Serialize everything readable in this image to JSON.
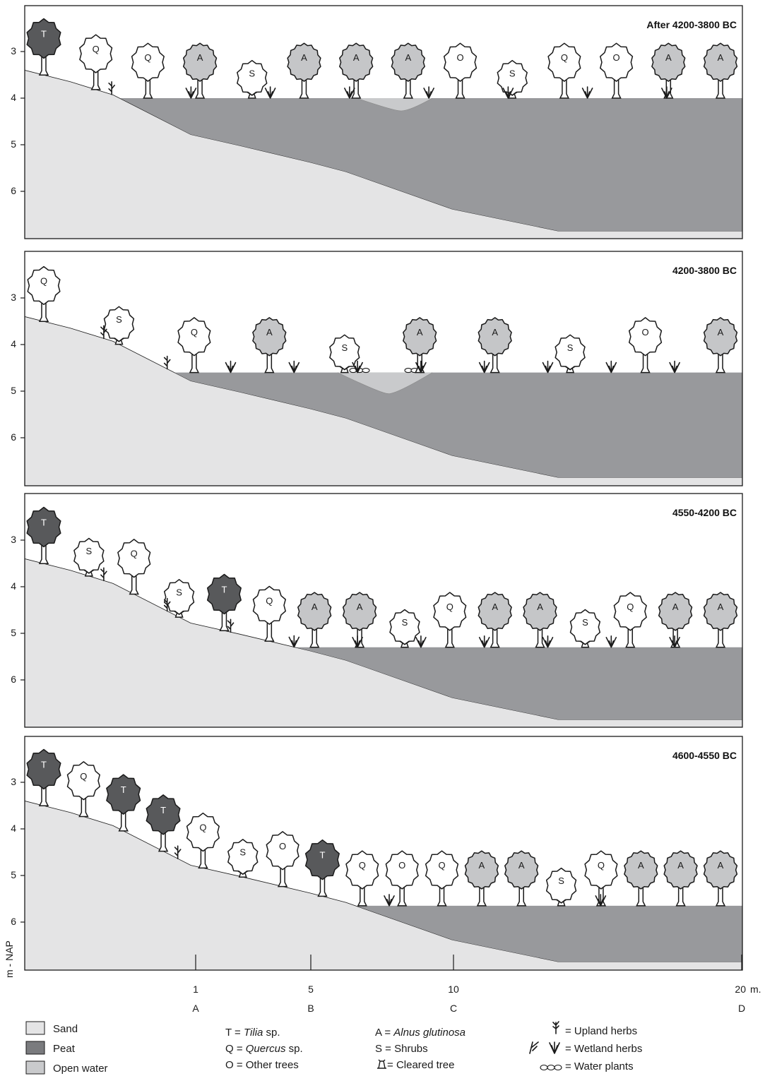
{
  "panels": [
    {
      "id": "after-4200-3800",
      "title": "After 4200-3800 BC",
      "depth_ticks": [
        "3",
        "4",
        "5",
        "6"
      ],
      "water_level_m_nap": 4.0,
      "channel": true,
      "water_plants": false,
      "trees": [
        {
          "type": "T",
          "label": "T"
        },
        {
          "type": "Q",
          "label": "Q"
        },
        {
          "type": "Q",
          "label": "Q"
        },
        {
          "type": "A",
          "label": "A"
        },
        {
          "type": "S",
          "label": "S"
        },
        {
          "type": "A",
          "label": "A"
        },
        {
          "type": "A",
          "label": "A"
        },
        {
          "type": "A",
          "label": "A"
        },
        {
          "type": "O",
          "label": "O"
        },
        {
          "type": "S",
          "label": "S"
        },
        {
          "type": "Q",
          "label": "Q"
        },
        {
          "type": "O",
          "label": "O"
        },
        {
          "type": "A",
          "label": "A"
        },
        {
          "type": "A",
          "label": "A"
        }
      ]
    },
    {
      "id": "4200-3800",
      "title": "4200-3800 BC",
      "depth_ticks": [
        "3",
        "4",
        "5",
        "6"
      ],
      "water_level_m_nap": 4.6,
      "channel": true,
      "water_plants": true,
      "trees": [
        {
          "type": "Q",
          "label": "Q"
        },
        {
          "type": "S",
          "label": "S"
        },
        {
          "type": "Q",
          "label": "Q"
        },
        {
          "type": "A",
          "label": "A"
        },
        {
          "type": "S",
          "label": "S"
        },
        {
          "type": "A",
          "label": "A"
        },
        {
          "type": "A",
          "label": "A"
        },
        {
          "type": "S",
          "label": "S"
        },
        {
          "type": "O",
          "label": "O"
        },
        {
          "type": "A",
          "label": "A"
        }
      ]
    },
    {
      "id": "4550-4200",
      "title": "4550-4200 BC",
      "depth_ticks": [
        "3",
        "4",
        "5",
        "6"
      ],
      "water_level_m_nap": 5.3,
      "channel": false,
      "water_plants": false,
      "trees": [
        {
          "type": "T",
          "label": "T"
        },
        {
          "type": "S",
          "label": "S"
        },
        {
          "type": "Q",
          "label": "Q"
        },
        {
          "type": "S",
          "label": "S"
        },
        {
          "type": "T",
          "label": "T"
        },
        {
          "type": "Q",
          "label": "Q"
        },
        {
          "type": "A",
          "label": "A"
        },
        {
          "type": "A",
          "label": "A"
        },
        {
          "type": "S",
          "label": "S"
        },
        {
          "type": "Q",
          "label": "Q"
        },
        {
          "type": "A",
          "label": "A"
        },
        {
          "type": "A",
          "label": "A"
        },
        {
          "type": "S",
          "label": "S"
        },
        {
          "type": "Q",
          "label": "Q"
        },
        {
          "type": "A",
          "label": "A"
        },
        {
          "type": "A",
          "label": "A"
        }
      ]
    },
    {
      "id": "4600-4550",
      "title": "4600-4550 BC",
      "depth_ticks": [
        "3",
        "4",
        "5",
        "6"
      ],
      "water_level_m_nap": 5.65,
      "channel": false,
      "water_plants": false,
      "trees": [
        {
          "type": "T",
          "label": "T"
        },
        {
          "type": "Q",
          "label": "Q"
        },
        {
          "type": "T",
          "label": "T"
        },
        {
          "type": "T",
          "label": "T"
        },
        {
          "type": "Q",
          "label": "Q"
        },
        {
          "type": "S",
          "label": "S"
        },
        {
          "type": "O",
          "label": "O"
        },
        {
          "type": "T",
          "label": "T"
        },
        {
          "type": "Q",
          "label": "Q"
        },
        {
          "type": "O",
          "label": "O"
        },
        {
          "type": "Q",
          "label": "Q"
        },
        {
          "type": "A",
          "label": "A"
        },
        {
          "type": "A",
          "label": "A"
        },
        {
          "type": "S",
          "label": "S"
        },
        {
          "type": "Q",
          "label": "Q"
        },
        {
          "type": "A",
          "label": "A"
        },
        {
          "type": "A",
          "label": "A"
        },
        {
          "type": "A",
          "label": "A"
        }
      ]
    }
  ],
  "y_axis_label": "m - NAP",
  "x_axis": {
    "ticks": [
      {
        "value": "1",
        "letter": "A"
      },
      {
        "value": "5",
        "letter": "B"
      },
      {
        "value": "10",
        "letter": "C"
      },
      {
        "value": "20",
        "letter": "D"
      }
    ],
    "unit": "m."
  },
  "legend": {
    "fills": [
      {
        "label": "Sand",
        "color": "#e4e4e5"
      },
      {
        "label": "Peat",
        "color": "#7a7b7e"
      },
      {
        "label": "Open water",
        "color": "#c9cacc"
      }
    ],
    "codes_col1": [
      {
        "code": "T = ",
        "name": "Tilia",
        "suffix": " sp."
      },
      {
        "code": "Q = ",
        "name": "Quercus",
        "suffix": " sp."
      },
      {
        "code": "O = ",
        "name": "Other trees",
        "suffix": ""
      }
    ],
    "codes_col2": [
      {
        "code": "A = ",
        "name": "Alnus glutinosa",
        "suffix": ""
      },
      {
        "code": "S  = ",
        "name": "Shrubs",
        "suffix": ""
      },
      {
        "code": " = ",
        "name": "Cleared tree",
        "suffix": ""
      }
    ],
    "symbols": [
      {
        "label": "= Upland herbs",
        "icon": "upland-herb-icon"
      },
      {
        "label": "= Wetland herbs",
        "icon": "wetland-herb-icon"
      },
      {
        "label": "= Water plants",
        "icon": "water-plant-icon"
      }
    ]
  },
  "colors": {
    "tilia": "#58595b",
    "alnus": "#c5c6c8",
    "open_crown": "#ffffff",
    "sand": "#e4e4e5",
    "peat": "#98999c",
    "water": "#c9cacc"
  }
}
